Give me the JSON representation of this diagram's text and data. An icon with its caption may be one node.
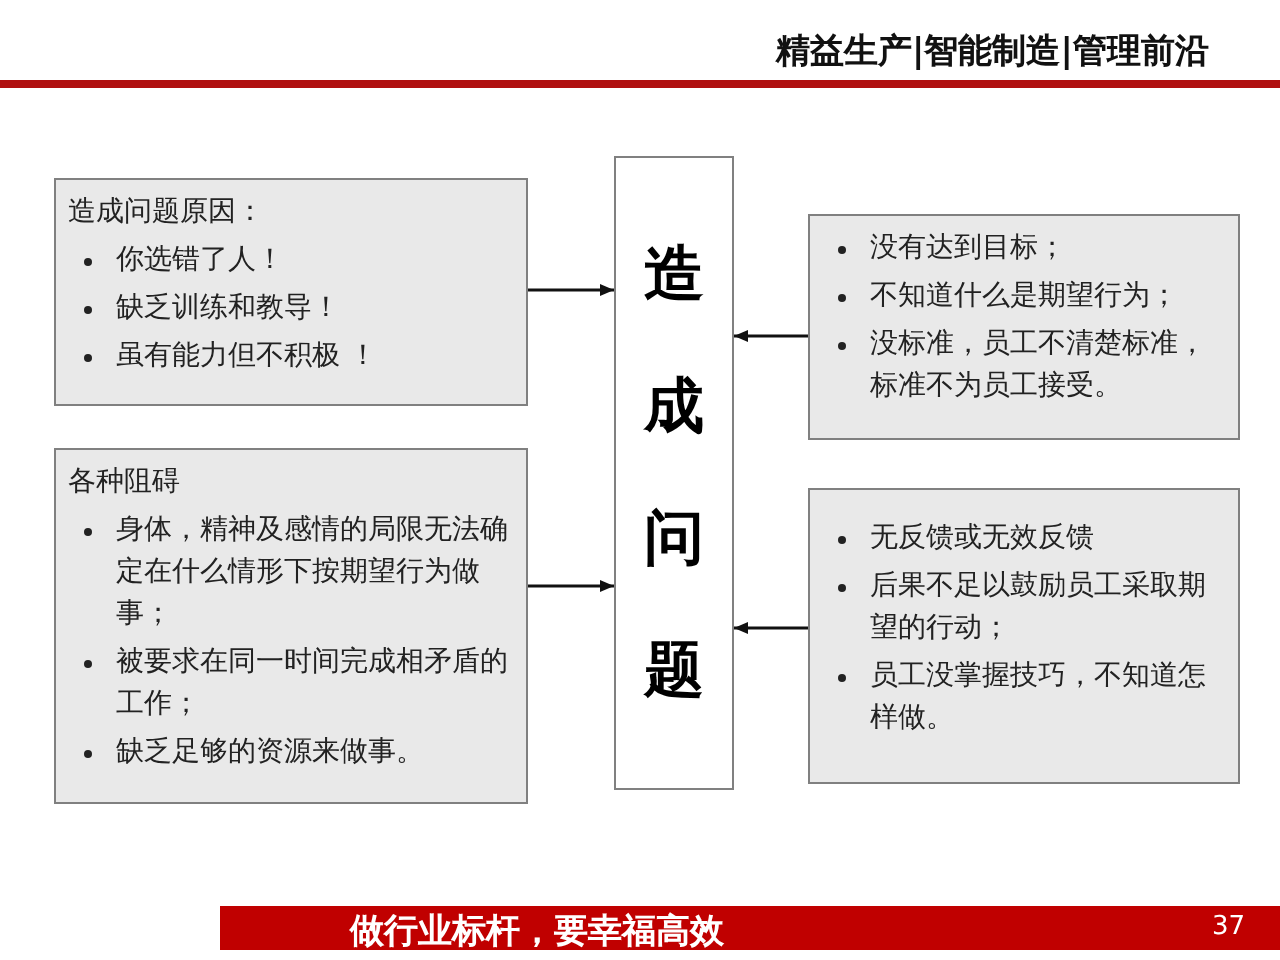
{
  "diagram": {
    "nodes": [
      {
        "text": [
          "造成问题原因：",
          "你选错了人！",
          "缺乏训练和教导！",
          "虽有能力但不积极 ！"
        ]
      },
      {
        "text": [
          "各种阻碍",
          "身体，精神及感情的局限无法确定在什么情形下按期望行为做事；",
          "被要求在同一时间完成相矛盾的工作；",
          "缺乏足够的资源来做事。"
        ]
      },
      {
        "text": [
          "造成问题"
        ]
      },
      {
        "text": [
          "没有达到目标；",
          "不知道什么是期望行为；",
          "没标准，员工不清楚标准，标准不为员工接受。"
        ]
      },
      {
        "text": [
          "无反馈或无效反馈",
          "后果不足以鼓励员工采取期望的行动；",
          "员工没掌握技巧，不知道怎样做。"
        ]
      }
    ],
    "edges": [
      {
        "from": 0,
        "to": 2,
        "arrow": "to"
      },
      {
        "from": 1,
        "to": 2,
        "arrow": "to"
      },
      {
        "from": 3,
        "to": 2,
        "arrow": "to"
      },
      {
        "from": 4,
        "to": 2,
        "arrow": "to"
      }
    ],
    "labels": [
      "精益生产|智能制造|管理前沿",
      "做行业标杆，要幸福高效",
      "37"
    ]
  }
}
